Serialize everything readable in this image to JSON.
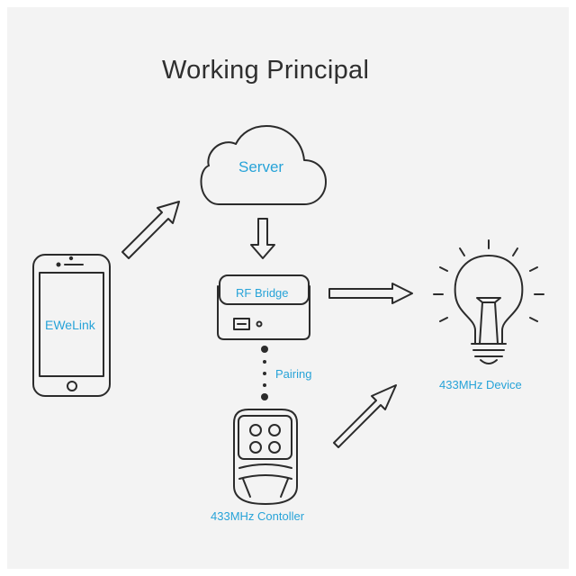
{
  "title": "Working Principal",
  "labels": {
    "server": "Server",
    "rf_bridge": "RF Bridge",
    "app": "EWeLink",
    "pairing": "Pairing",
    "device": "433MHz Device",
    "controller": "433MHz Contoller"
  },
  "colors": {
    "background": "#f3f3f3",
    "stroke": "#2b2b2b",
    "accent": "#27a3d8"
  },
  "icons": [
    "smartphone-icon",
    "cloud-icon",
    "rf-bridge-icon",
    "lightbulb-icon",
    "remote-controller-icon",
    "arrow-icon"
  ]
}
